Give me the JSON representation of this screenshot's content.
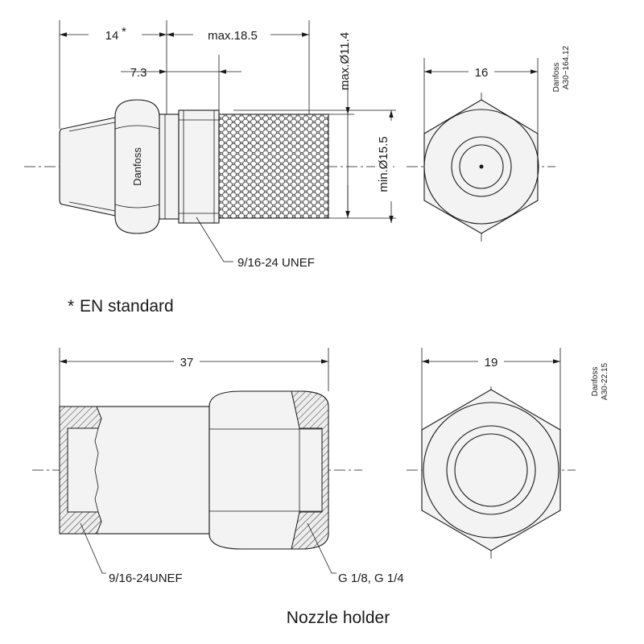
{
  "top_drawing": {
    "dim_left": "14",
    "dim_left_star": "*",
    "dim_max_length": "max.18.5",
    "dim_offset": "7.3",
    "dim_max_dia": "max.Ø11.4",
    "dim_min_dia": "min.Ø15.5",
    "dim_hex": "16",
    "thread": "9/16-24 UNEF",
    "brand": "Danfoss",
    "code_brand": "Danfoss",
    "code": "A30−164.12"
  },
  "footnote": {
    "star": "*",
    "text": "EN standard"
  },
  "bottom_drawing": {
    "dim_length": "37",
    "dim_hex": "19",
    "thread_left": "9/16-24UNEF",
    "thread_right": "G 1/8, G 1/4",
    "code_brand": "Danfoss",
    "code": "A30-22.15"
  },
  "caption": "Nozzle holder"
}
